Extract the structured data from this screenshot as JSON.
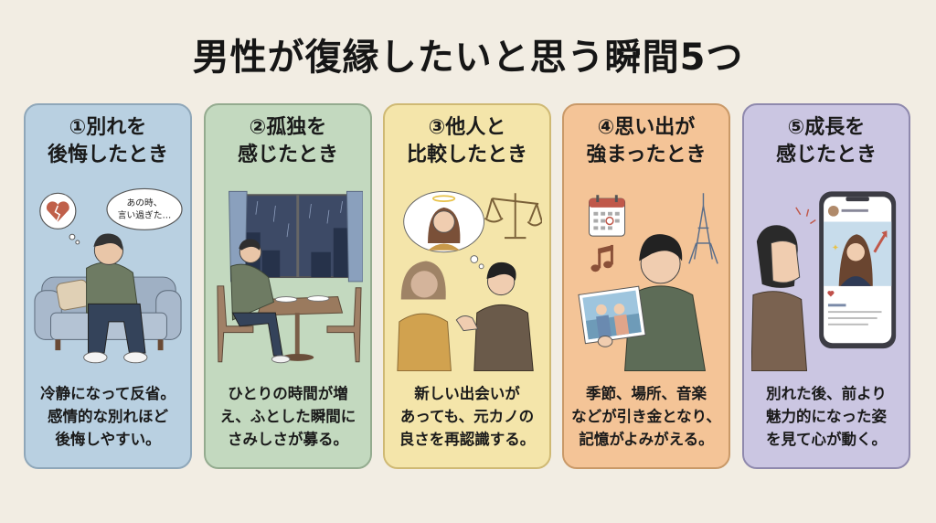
{
  "title": "男性が復縁したいと思う瞬間5つ",
  "colors": {
    "background": "#f2ede3",
    "card1": "#b9d0e1",
    "card2": "#c3d9bf",
    "card3": "#f4e5aa",
    "card4": "#f4c497",
    "card5": "#cbc6e2"
  },
  "cards": [
    {
      "heading_line1": "①別れを",
      "heading_line2": "後悔したとき",
      "illustration": "man-on-sofa-holding-head-broken-heart",
      "speech_bubble_line1": "あの時、",
      "speech_bubble_line2": "言い過ぎた…",
      "desc_line1": "冷静になって反省。",
      "desc_line2": "感情的な別れほど",
      "desc_line3": "後悔しやすい。"
    },
    {
      "heading_line1": "②孤独を",
      "heading_line2": "感じたとき",
      "illustration": "man-eating-alone-rainy-window",
      "desc_line1": "ひとりの時間が増",
      "desc_line2": "え、ふとした瞬間に",
      "desc_line3": "さみしさが募る。"
    },
    {
      "heading_line1": "③他人と",
      "heading_line2": "比較したとき",
      "illustration": "man-talking-to-woman-thinking-of-ex-scales",
      "desc_line1": "新しい出会いが",
      "desc_line2": "あっても、元カノの",
      "desc_line3": "良さを再認識する。"
    },
    {
      "heading_line1": "④思い出が",
      "heading_line2": "強まったとき",
      "illustration": "man-holding-photo-calendar-music-tower",
      "desc_line1": "季節、場所、音楽",
      "desc_line2": "などが引き金となり、",
      "desc_line3": "記憶がよみがえる。"
    },
    {
      "heading_line1": "⑤成長を",
      "heading_line2": "感じたとき",
      "illustration": "man-looking-at-smartphone-sns-post",
      "desc_line1": "別れた後、前より",
      "desc_line2": "魅力的になった姿",
      "desc_line3": "を見て心が動く。"
    }
  ]
}
